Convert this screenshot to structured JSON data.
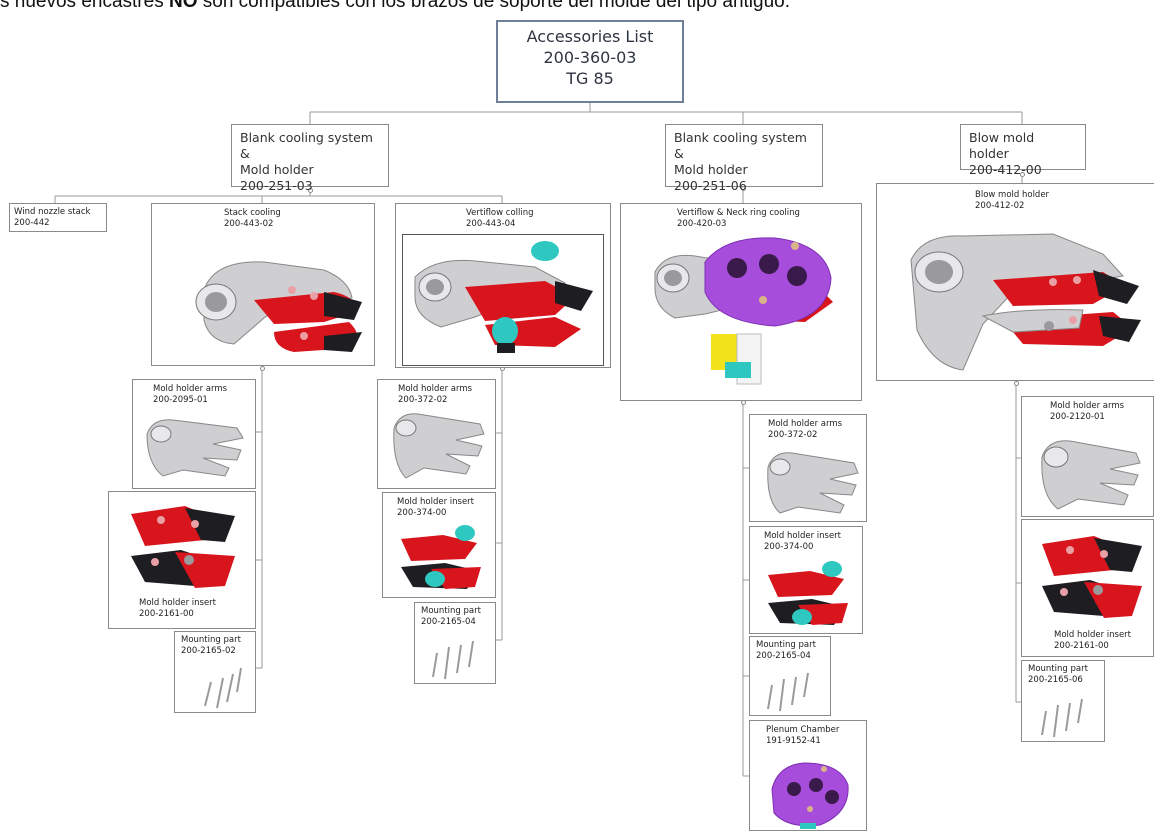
{
  "banner": {
    "prefix": "s nuevos encastres ",
    "bold": "NO",
    "suffix": " son compatibles con los brazos de soporte del molde del tipo antiguo."
  },
  "root": {
    "line1": "Accessories List",
    "line2": "200-360-03",
    "line3": "TG 85"
  },
  "branch1": {
    "title": "Blank cooling system &",
    "title2": "Mold holder",
    "code": "200-251-03",
    "wind": {
      "name": "Wind nozzle stack",
      "code": "200-442"
    },
    "stack": {
      "name": "Stack cooling",
      "code": "200-443-02"
    },
    "verti": {
      "name": "Vertiflow colling",
      "code": "200-443-04"
    },
    "arms1": {
      "name": "Mold holder arms",
      "code": "200-2095-01"
    },
    "insert1": {
      "name": "Mold holder insert",
      "code": "200-2161-00"
    },
    "mount1": {
      "name": "Mounting part",
      "code": "200-2165-02"
    },
    "arms2": {
      "name": "Mold holder arms",
      "code": "200-372-02"
    },
    "insert2": {
      "name": "Mold holder insert",
      "code": "200-374-00"
    },
    "mount2": {
      "name": "Mounting part",
      "code": "200-2165-04"
    }
  },
  "branch2": {
    "title": "Blank cooling system &",
    "title2": "Mold holder",
    "code": "200-251-06",
    "main": {
      "name": "Vertiflow & Neck ring cooling",
      "code": "200-420-03"
    },
    "arms": {
      "name": "Mold holder arms",
      "code": "200-372-02"
    },
    "insert": {
      "name": "Mold holder insert",
      "code": "200-374-00"
    },
    "mount": {
      "name": "Mounting part",
      "code": "200-2165-04"
    },
    "plenum": {
      "name": "Plenum Chamber",
      "code": "191-9152-41"
    }
  },
  "branch3": {
    "title": "Blow mold holder",
    "code": "200-412-00",
    "main": {
      "name": "Blow mold holder",
      "code": "200-412-02"
    },
    "arms": {
      "name": "Mold holder arms",
      "code": "200-2120-01"
    },
    "insert": {
      "name": "Mold holder insert",
      "code": "200-2161-00"
    },
    "mount": {
      "name": "Mounting part",
      "code": "200-2165-06"
    }
  },
  "colors": {
    "red": "#d8141c",
    "black": "#1e1e22",
    "grey": "#c9c9cc",
    "cyan": "#2ec8c0",
    "purple": "#a64ddc",
    "yellow": "#f2e21c"
  }
}
